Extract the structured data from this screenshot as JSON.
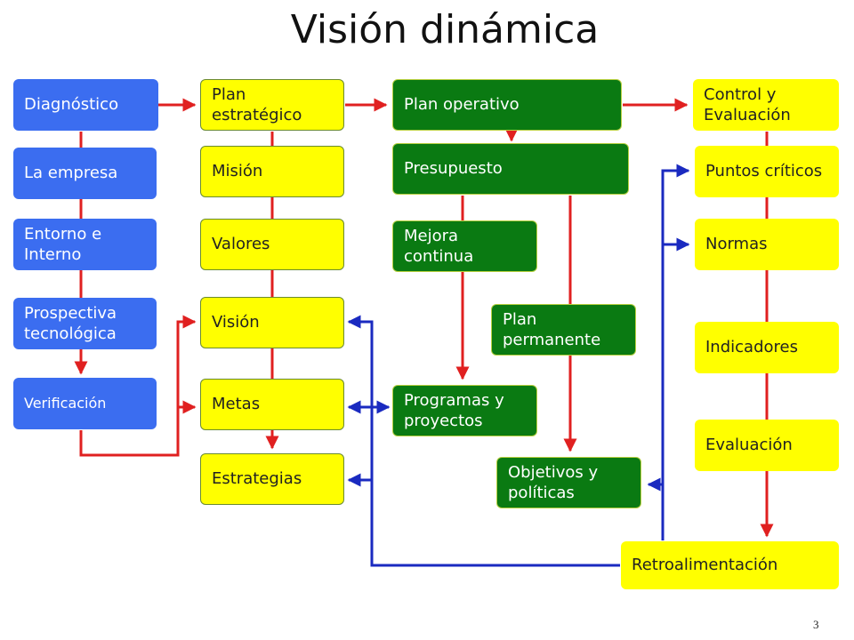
{
  "title": "Visión dinámica",
  "page_number": "3",
  "colors": {
    "blue_box": "#3b6df0",
    "yellow_box": "#ffff00",
    "green_box": "#0a7a12",
    "red_connector": "#e02020",
    "blue_connector": "#1a2ac0"
  },
  "boxes": {
    "diagnostico": "Diagnóstico",
    "la_empresa": "La empresa",
    "entorno": "Entorno e Interno",
    "prospectiva": "Prospectiva tecnológica",
    "verificacion": "Verificación",
    "plan_estrategico": "Plan estratégico",
    "mision": "Misión",
    "valores": "Valores",
    "vision": "Visión",
    "metas": "Metas",
    "estrategias": "Estrategias",
    "plan_operativo": "Plan operativo",
    "presupuesto": "Presupuesto",
    "mejora_continua": "Mejora continua",
    "plan_permanente": "Plan permanente",
    "programas": "Programas y proyectos",
    "objetivos": "Objetivos y políticas",
    "control": "Control y Evaluación",
    "puntos_criticos": "Puntos críticos",
    "normas": "Normas",
    "indicadores": "Indicadores",
    "evaluacion": "Evaluación",
    "retroalimentacion": "Retroalimentación"
  }
}
